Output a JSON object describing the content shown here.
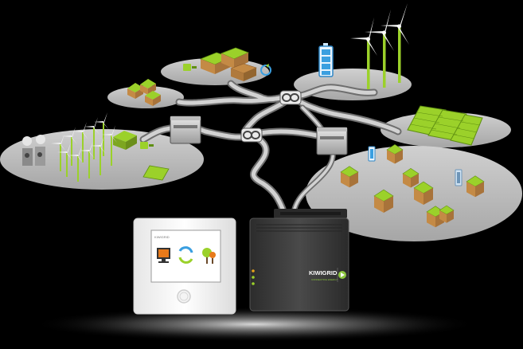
{
  "colors": {
    "background": "#000000",
    "island": "#b8b8b8",
    "road": "#c8c8c8",
    "road_edge": "#707070",
    "solar_green": "#9bd12a",
    "solar_grid": "#5f8f12",
    "roof_brown": "#c48a45",
    "turbine": "#f2f2f2",
    "turbine_pole": "#9bd12a",
    "battery_blue": "#3a9fe0",
    "brand_green": "#8cc63f",
    "gateway_dark": "#3a3a3a",
    "display_white": "#f4f4f4"
  },
  "gateway": {
    "brand": "KIWIGRID",
    "tagline": "CONNECTING ENERGY"
  },
  "display": {
    "logo": "KIWIGRID",
    "icons": [
      "monitor-house-icon",
      "cycle-arrows-icon",
      "trees-icon"
    ]
  },
  "icons": {
    "connector": "chain-link-icon",
    "battery": "battery-icon",
    "factory": "power-plant-icon",
    "turbine": "wind-turbine-icon",
    "solar": "solar-panel-icon",
    "house": "house-icon",
    "plug": "plug-icon"
  }
}
